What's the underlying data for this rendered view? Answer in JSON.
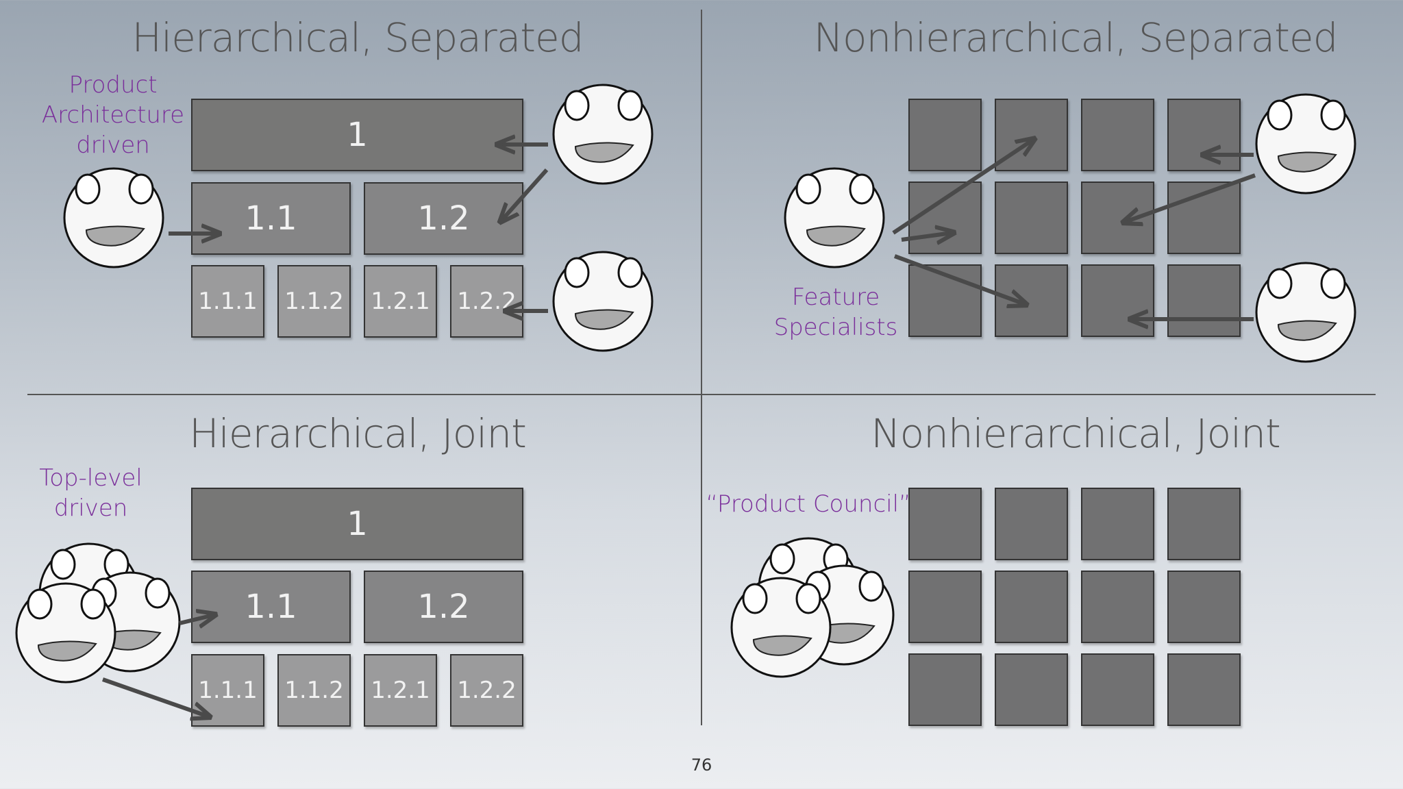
{
  "quadrants": {
    "hier_sep": {
      "title": "Hierarchical, Separated",
      "label_lines": [
        "Product",
        "Architecture",
        "driven"
      ],
      "boxes": {
        "root": "1",
        "l1a": "1.1",
        "l1b": "1.2",
        "l2a": "1.1.1",
        "l2b": "1.1.2",
        "l2c": "1.2.1",
        "l2d": "1.2.2"
      }
    },
    "nonhier_sep": {
      "title": "Nonhierarchical, Separated",
      "label_lines": [
        "Feature",
        "Specialists"
      ]
    },
    "hier_joint": {
      "title": "Hierarchical, Joint",
      "label_lines": [
        "Top-level",
        "driven"
      ],
      "boxes": {
        "root": "1",
        "l1a": "1.1",
        "l1b": "1.2",
        "l2a": "1.1.1",
        "l2b": "1.1.2",
        "l2c": "1.2.1",
        "l2d": "1.2.2"
      }
    },
    "nonhier_joint": {
      "title": "Nonhierarchical, Joint",
      "label": "“Product Council”"
    }
  },
  "page_number": "76",
  "colors": {
    "label": "#7a2e9a",
    "title": "#555555",
    "box_dark": "#777776",
    "box_mid": "#858586",
    "box_light": "#9b9b9c",
    "arrow": "#4a4a4a"
  },
  "icons": [
    "smiley-face-icon",
    "arrow-icon"
  ]
}
